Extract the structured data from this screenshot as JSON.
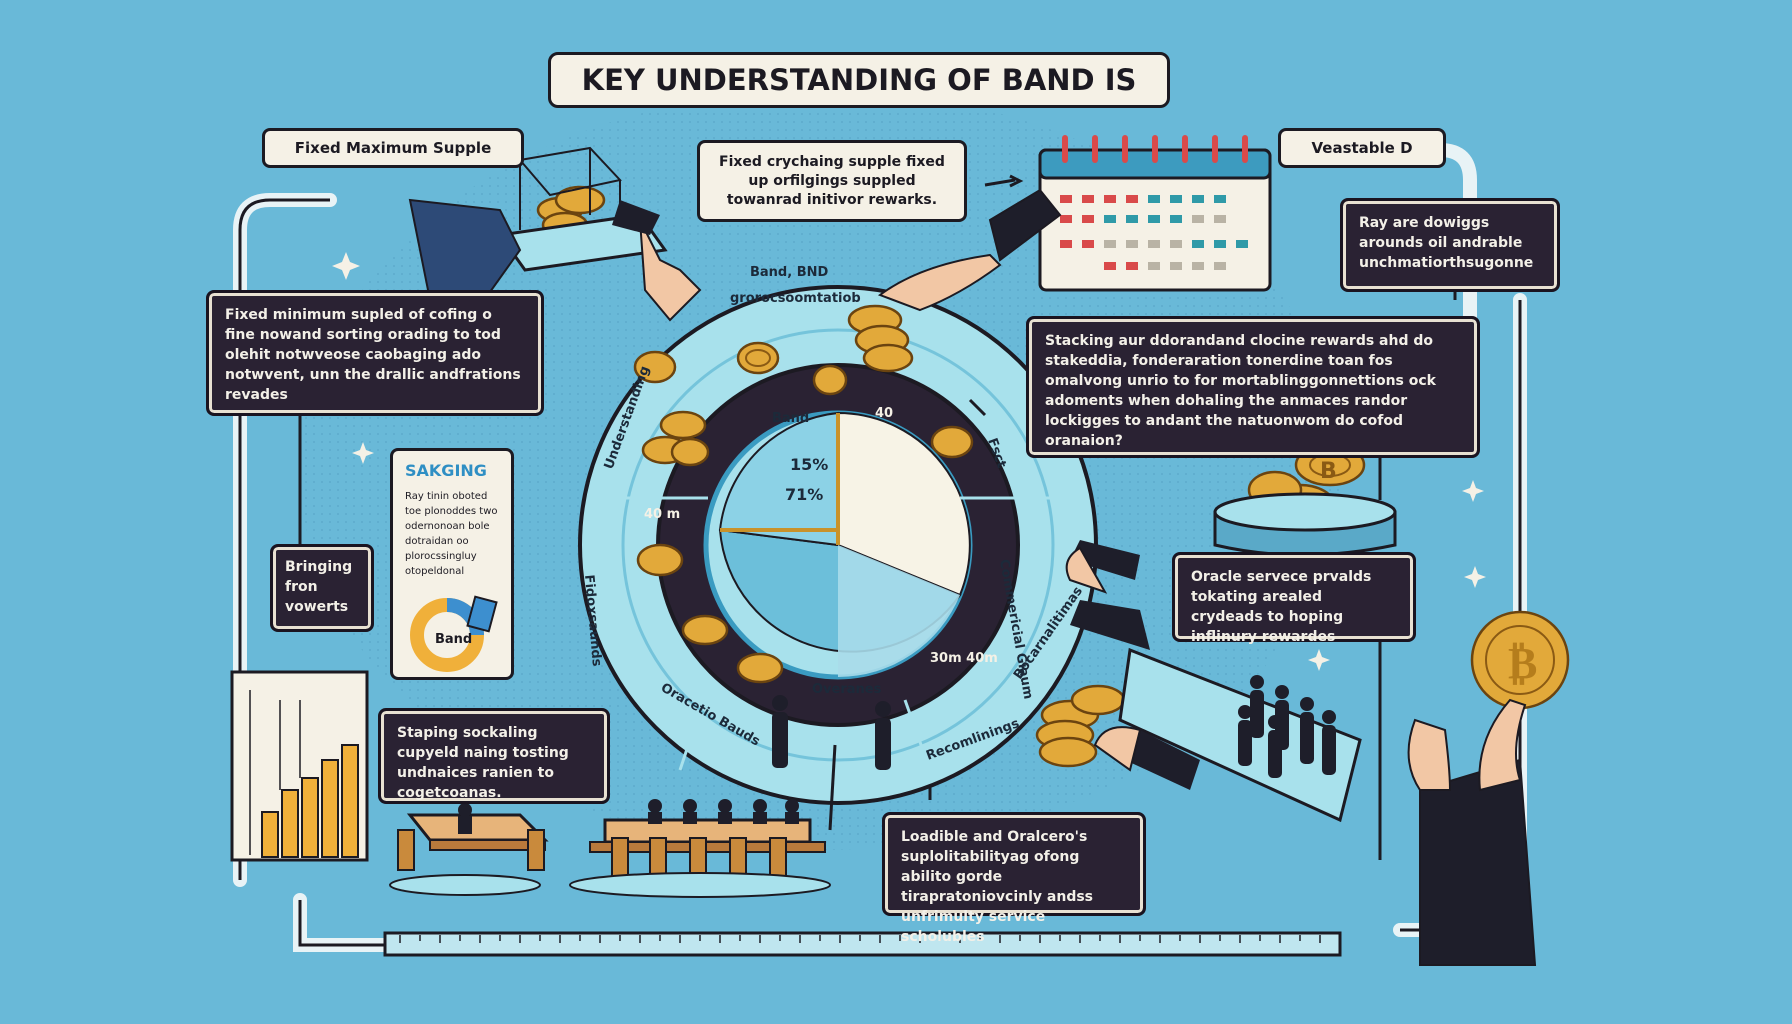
{
  "title": "KEY UNDERSTANDING OF BAND IS",
  "labels": {
    "fixed_max_supply": "Fixed Maximum Supple",
    "vestable": "Veastable D",
    "top_callout": "Fixed crychaing supple fixed up orfilgings suppled towanrad initivor rewarks."
  },
  "callouts": {
    "left_top": "Fixed minimum supled of cofing o fine nowand sorting orading to tod olehit notwveose caobaging ado notwvent, unn the drallic andfrations revades",
    "right_top_small": "Ray are dowiggs arounds oil andrable unchmatiorthsugonne",
    "right_middle": "Stacking aur ddorandand clocine rewards ahd do stakeddia, fonderaration tonerdine toan fos omalvong unrio to for mortablinggonnettions ock adoments when dohaling the anmaces randor lockigges to andant the natuonwom do cofod oranaion?",
    "bridging": "Bringing fron vowerts",
    "bottom_left": "Staping sockaling cupyeld naing tosting undnaices ranien to cogetcoanas.",
    "right_lower": "Oracle servece prvalds tokating arealed crydeads to hoping inflinury rewardes",
    "bottom_center": "Loadible and Oralcero's suplolitabilityag ofong abilito gorde tirapratoniovcinly andss unfrimulty service scholubles"
  },
  "staking_card": {
    "title": "SAKGING",
    "body": "Ray tinin oboted toe plonoddes two odernonoan bole dotraidan oo plorocssingluy otopeldonal",
    "donut_label": "Band"
  },
  "ring_labels": {
    "band_bnd": "Band, BND",
    "ring_top": "grorocsoomtatiob",
    "left_arc": "Understanding",
    "lower_left_arc": "Fidoxsaunds",
    "right_arc": "Commericial Giaum",
    "bottom": "Overanes",
    "bottom_left_text": "Oracetio Bauds",
    "bottom_right_text": "Recomlinings",
    "right_arc_lower": "Bocarnalitimas",
    "top_right_text": "Fsct",
    "inner_bold": "Band",
    "pie_pct_a": "15%",
    "pie_pct_b": "71%",
    "left_num": "40 m",
    "bottom_num": "30m 40m",
    "top_right_num": "40"
  },
  "colors": {
    "background": "#69b9d8",
    "dark_panel": "#2a2233",
    "cream": "#f5f1e6",
    "ring_light": "#a8e1ec",
    "coin": "#e2a93a",
    "calendar_red": "#d94a4a",
    "calendar_teal": "#2f9aa8"
  }
}
